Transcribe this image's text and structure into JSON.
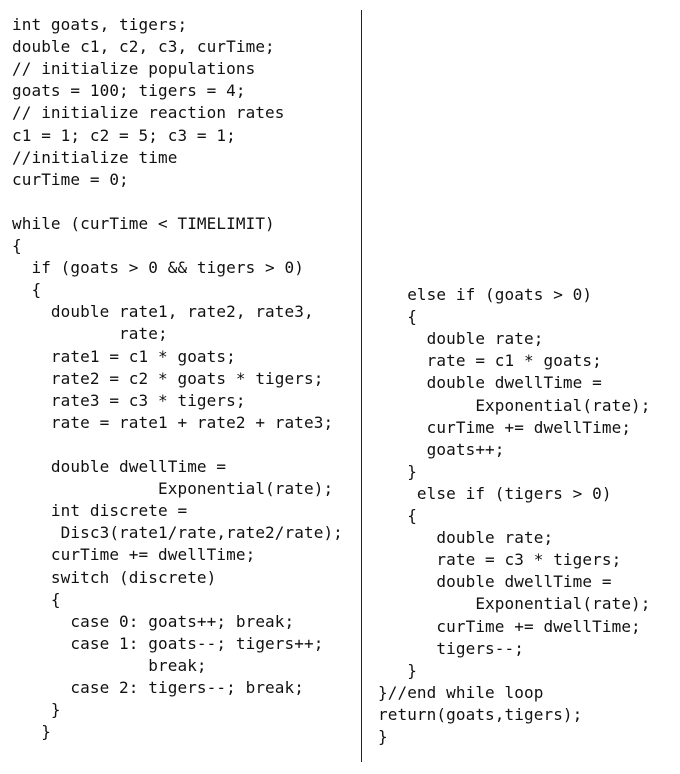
{
  "document": {
    "left_column": [
      "int goats, tigers;",
      "double c1, c2, c3, curTime;",
      "// initialize populations",
      "goats = 100; tigers = 4;",
      "// initialize reaction rates",
      "c1 = 1; c2 = 5; c3 = 1;",
      "//initialize time",
      "curTime = 0;",
      "",
      "while (curTime < TIMELIMIT)",
      "{",
      "  if (goats > 0 && tigers > 0)",
      "  {",
      "    double rate1, rate2, rate3,",
      "           rate;",
      "    rate1 = c1 * goats;",
      "    rate2 = c2 * goats * tigers;",
      "    rate3 = c3 * tigers;",
      "    rate = rate1 + rate2 + rate3;",
      "",
      "    double dwellTime =",
      "               Exponential(rate);",
      "    int discrete =",
      "     Disc3(rate1/rate,rate2/rate);",
      "    curTime += dwellTime;",
      "    switch (discrete)",
      "    {",
      "      case 0: goats++; break;",
      "      case 1: goats--; tigers++;",
      "              break;",
      "      case 2: tigers--; break;",
      "    }",
      "   }"
    ],
    "right_column": [
      "   else if (goats > 0)",
      "   {",
      "     double rate;",
      "     rate = c1 * goats;",
      "     double dwellTime =",
      "          Exponential(rate);",
      "     curTime += dwellTime;",
      "     goats++;",
      "   }",
      "    else if (tigers > 0)",
      "   {",
      "      double rate;",
      "      rate = c3 * tigers;",
      "      double dwellTime =",
      "          Exponential(rate);",
      "      curTime += dwellTime;",
      "      tigers--;",
      "   }",
      "}//end while loop",
      "return(goats,tigers);",
      "}"
    ]
  }
}
